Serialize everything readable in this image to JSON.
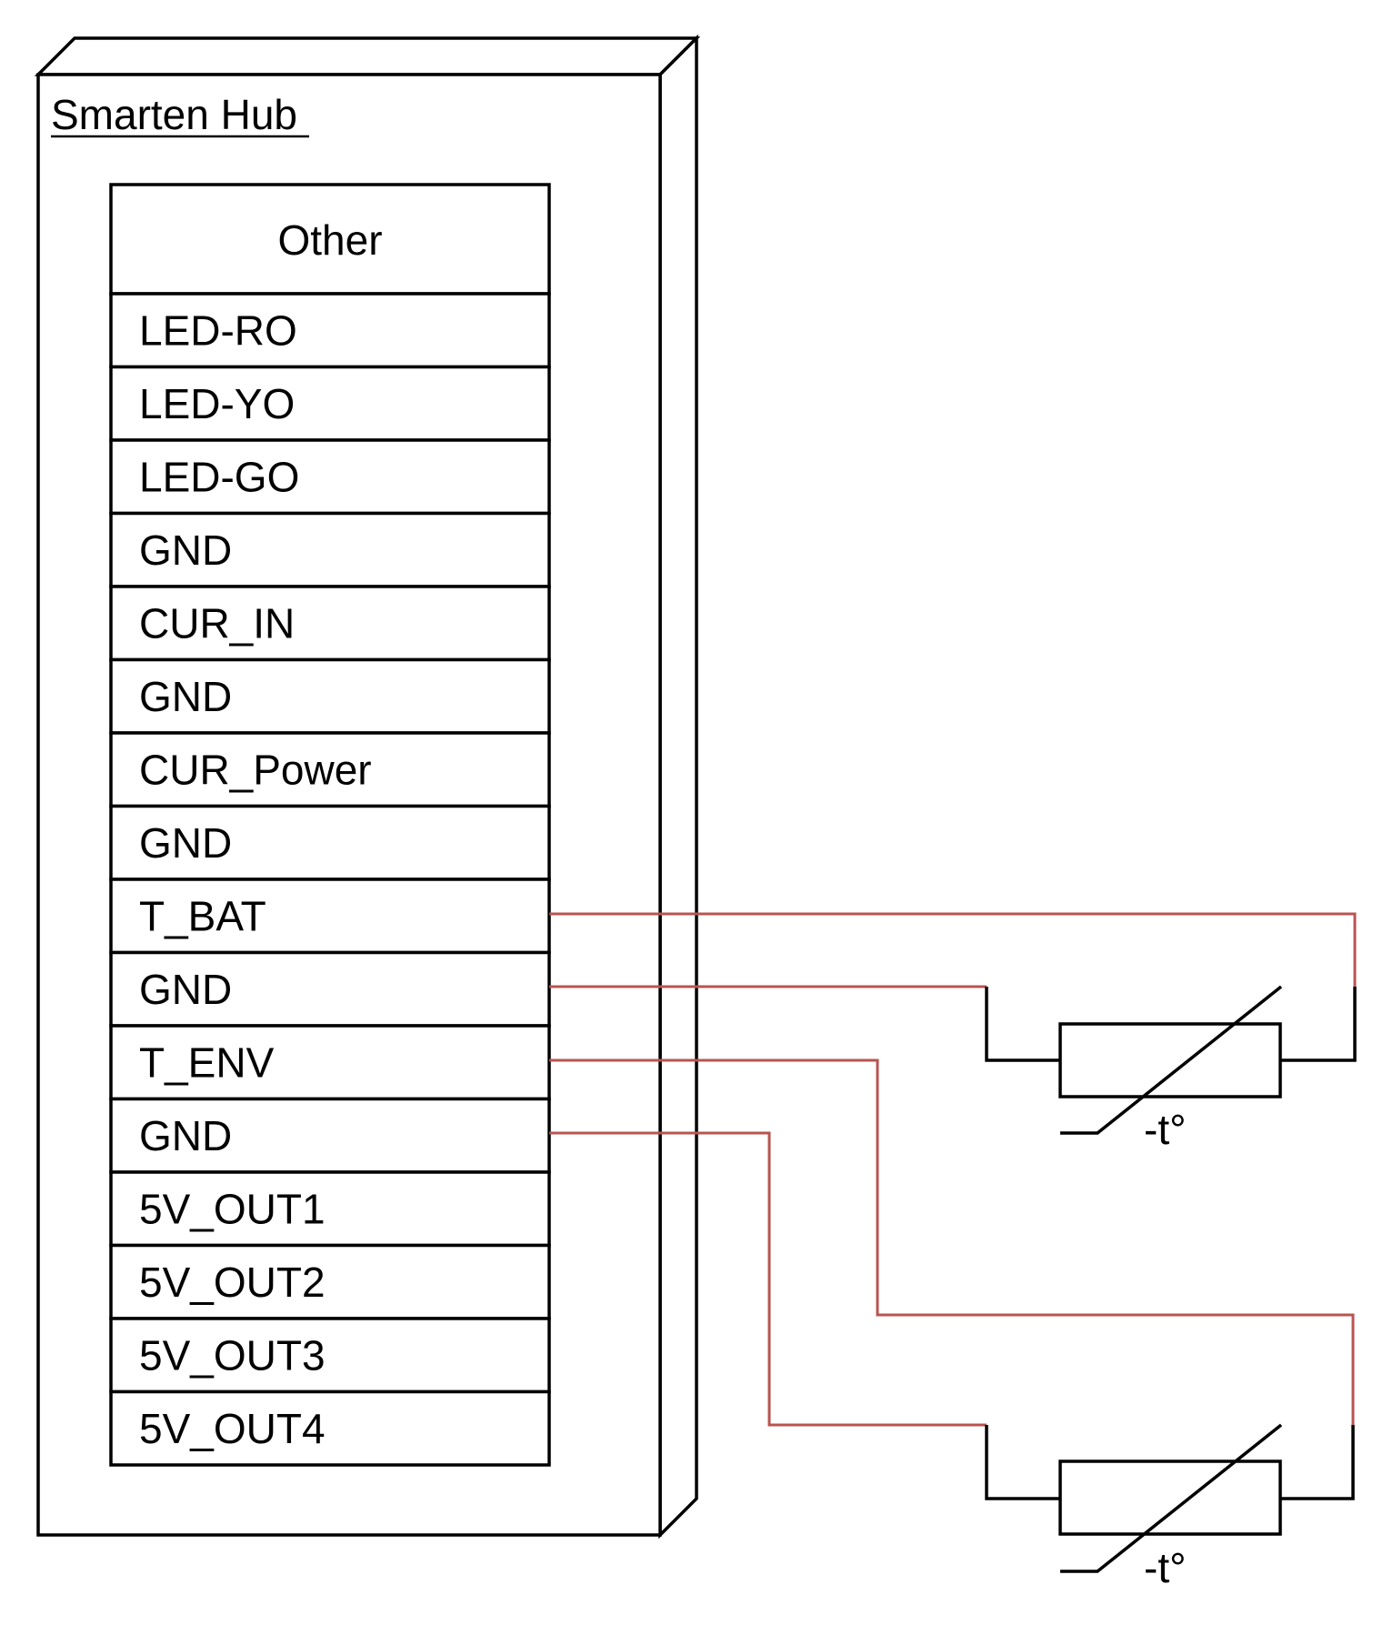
{
  "hub": {
    "title": "Smarten Hub",
    "pin_block": {
      "header": "Other",
      "pins": [
        "LED-RO",
        "LED-YO",
        "LED-GO",
        "GND",
        "CUR_IN",
        "GND",
        "CUR_Power",
        "GND",
        "T_BAT",
        "GND",
        "T_ENV",
        "GND",
        "5V_OUT1",
        "5V_OUT2",
        "5V_OUT3",
        "5V_OUT4"
      ]
    }
  },
  "thermistors": [
    {
      "label": "-t°",
      "connected_pins": [
        "T_BAT",
        "GND"
      ]
    },
    {
      "label": "-t°",
      "connected_pins": [
        "T_ENV",
        "GND"
      ]
    }
  ],
  "colors": {
    "outline": "#000000",
    "wire": "#b85450"
  }
}
